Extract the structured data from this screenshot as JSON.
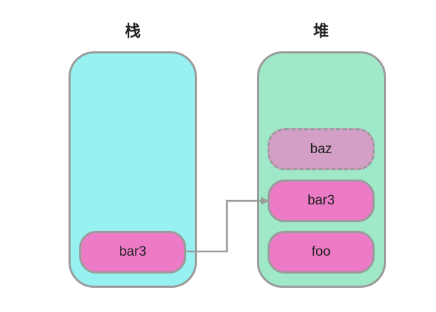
{
  "stack": {
    "title": "栈",
    "color": "#97f1f0",
    "items": [
      {
        "label": "bar3",
        "color": "#ec7ac6"
      }
    ]
  },
  "heap": {
    "title": "堆",
    "color": "#9fe8c8",
    "items": [
      {
        "label": "baz",
        "color": "#d39fc6",
        "style": "dashed"
      },
      {
        "label": "bar3",
        "color": "#ec7ac6"
      },
      {
        "label": "foo",
        "color": "#ec7ac6"
      }
    ]
  },
  "colors": {
    "border": "#9b9b9b",
    "arrow": "#9b9b9b"
  }
}
